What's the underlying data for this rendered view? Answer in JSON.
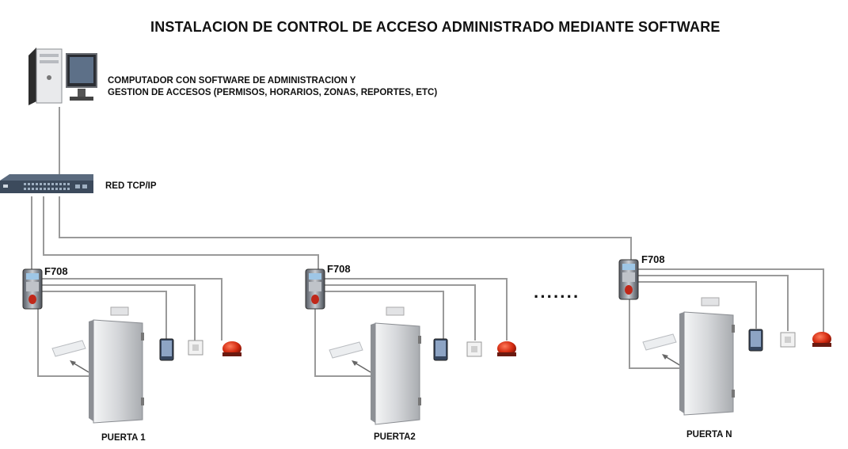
{
  "title": "INSTALACION DE CONTROL DE ACCESO ADMINISTRADO MEDIANTE SOFTWARE",
  "computer": {
    "line1": "COMPUTADOR CON SOFTWARE DE ADMINISTRACION Y",
    "line2": "GESTION DE ACCESOS (PERMISOS, HORARIOS, ZONAS, REPORTES, ETC)"
  },
  "network": {
    "label": "RED TCP/IP"
  },
  "ellipsis": "·······",
  "stations": [
    {
      "device": "F708",
      "door": "PUERTA 1"
    },
    {
      "device": "F708",
      "door": "PUERTA2"
    },
    {
      "device": "F708",
      "door": "PUERTA N"
    }
  ],
  "colors": {
    "wire": "#9a9a9a",
    "switch": "#3c4a5c",
    "door": "#c9cbce",
    "strobe": "#d22a10",
    "reader": "#2a2f3a"
  }
}
